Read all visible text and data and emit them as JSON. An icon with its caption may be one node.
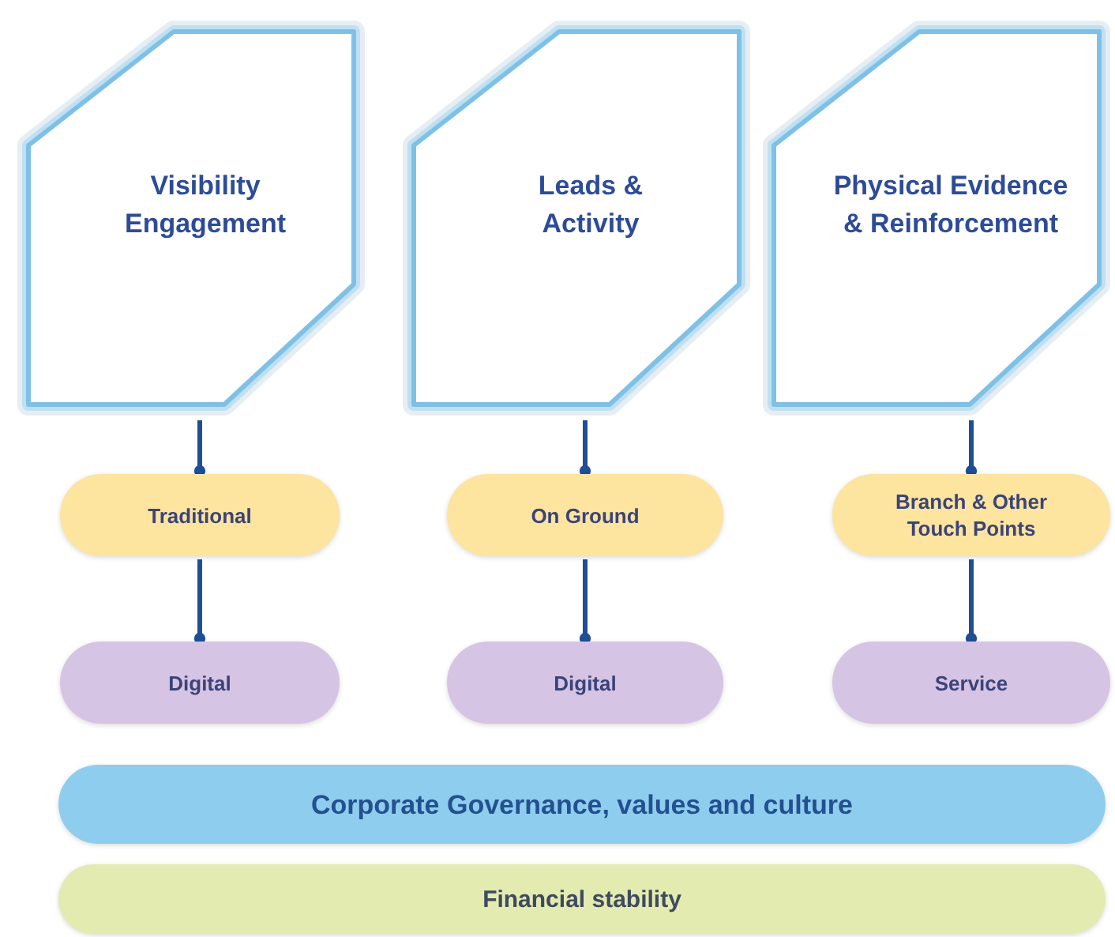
{
  "diagram": {
    "nodes": [
      {
        "text": [
          "Visibility Engagement"
        ]
      },
      {
        "text": [
          "Leads & Activity"
        ]
      },
      {
        "text": [
          "Physical Evidence & Reinforcement"
        ]
      },
      {
        "text": [
          "Traditional"
        ]
      },
      {
        "text": [
          "On Ground"
        ]
      },
      {
        "text": [
          "Branch & Other Touch Points"
        ]
      },
      {
        "text": [
          "Digital"
        ]
      },
      {
        "text": [
          "Digital"
        ]
      },
      {
        "text": [
          "Service"
        ]
      },
      {
        "text": [
          "Corporate Governance, values and culture"
        ]
      },
      {
        "text": [
          "Financial stability"
        ]
      }
    ],
    "edges": [
      {
        "from": 0,
        "to": 3,
        "arrow": "other"
      },
      {
        "from": 3,
        "to": 6,
        "arrow": "other"
      },
      {
        "from": 1,
        "to": 4,
        "arrow": "other"
      },
      {
        "from": 4,
        "to": 7,
        "arrow": "other"
      },
      {
        "from": 2,
        "to": 5,
        "arrow": "other"
      },
      {
        "from": 5,
        "to": 8,
        "arrow": "other"
      }
    ]
  }
}
